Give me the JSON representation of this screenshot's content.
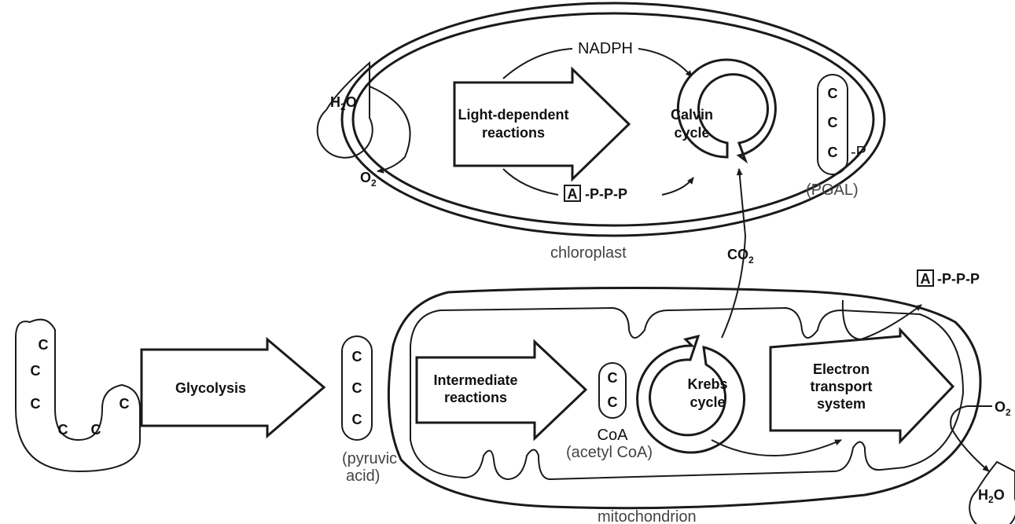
{
  "chloroplast": {
    "label": "chloroplast",
    "light_reactions": [
      "Light-dependent",
      "reactions"
    ],
    "calvin": [
      "Calvin",
      "cycle"
    ],
    "nadph": "NADPH",
    "water_h": "H",
    "water_sub": "2",
    "water_o": "O",
    "o2_main": "O",
    "o2_sub": "2",
    "atp_a": "A",
    "atp_ppp": "-P-P-P",
    "pgal_atoms": [
      "C",
      "C",
      "C"
    ],
    "pgal_p": "-P",
    "pgal_label": "(PGAL)"
  },
  "co2": {
    "main": "CO",
    "sub": "2"
  },
  "glucose": {
    "atoms": [
      "C",
      "C",
      "C",
      "C",
      "C",
      "C"
    ]
  },
  "glycolysis": "Glycolysis",
  "pyruvic": {
    "atoms": [
      "C",
      "C",
      "C"
    ],
    "label": [
      "(pyruvic",
      "acid)"
    ]
  },
  "mitochondrion": {
    "label": "mitochondrion",
    "intermediate": [
      "Intermediate",
      "reactions"
    ],
    "acetyl_atoms": [
      "C",
      "C"
    ],
    "coa": "CoA",
    "acetyl_label": "(acetyl CoA)",
    "krebs": [
      "Krebs",
      "cycle"
    ],
    "ets": [
      "Electron",
      "transport",
      "system"
    ],
    "atp_a": "A",
    "atp_ppp": "-P-P-P",
    "o2_main": "O",
    "o2_sub": "2",
    "water_h": "H",
    "water_sub": "2",
    "water_o": "O"
  }
}
